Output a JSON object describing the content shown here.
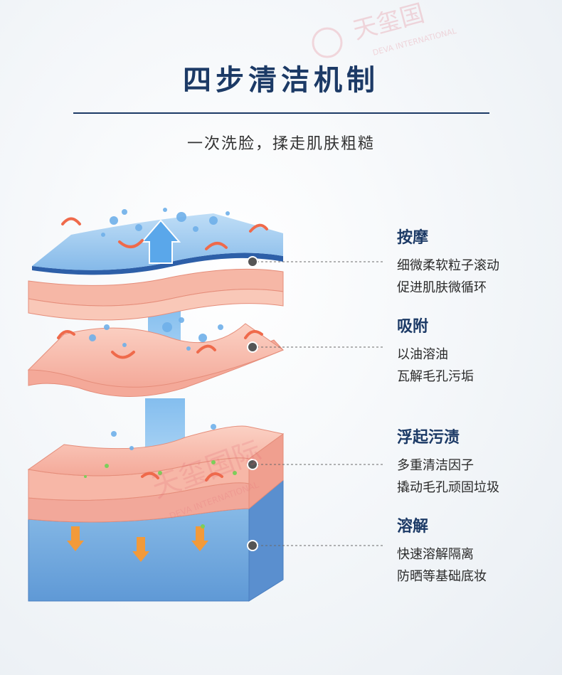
{
  "header": {
    "title": "四步清洁机制",
    "subtitle": "一次洗脸，揉走肌肤粗糙"
  },
  "watermark": {
    "brand_cn": "天玺国际",
    "brand_en": "DEVA INTERNATIONAL"
  },
  "steps": [
    {
      "title": "按摩",
      "lines": [
        "细微柔软粒子滚动",
        "促进肌肤微循环"
      ]
    },
    {
      "title": "吸附",
      "lines": [
        "以油溶油",
        "瓦解毛孔污垢"
      ]
    },
    {
      "title": "浮起污渍",
      "lines": [
        "多重清洁因子",
        "撬动毛孔顽固垃圾"
      ]
    },
    {
      "title": "溶解",
      "lines": [
        "快速溶解隔离",
        "防晒等基础底妆"
      ]
    }
  ],
  "colors": {
    "title": "#1c3a66",
    "accent_blue": "#5a9fe0",
    "skin": "#f6b7a6",
    "arrow_red": "#ef6a4b",
    "arrow_orange": "#f29a3a"
  }
}
